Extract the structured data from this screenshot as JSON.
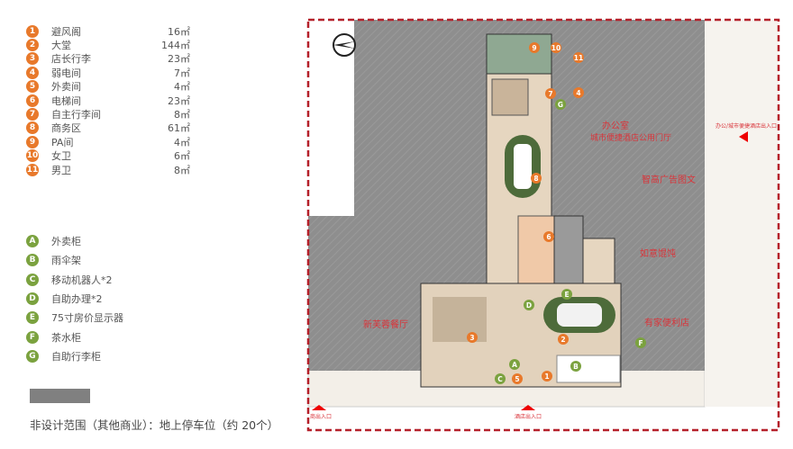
{
  "legend_rooms": [
    {
      "id": "1",
      "name": "避风阁",
      "area": "16㎡"
    },
    {
      "id": "2",
      "name": "大堂",
      "area": "144㎡"
    },
    {
      "id": "3",
      "name": "店长行李",
      "area": "23㎡"
    },
    {
      "id": "4",
      "name": "弱电间",
      "area": "7㎡"
    },
    {
      "id": "5",
      "name": "外卖间",
      "area": "4㎡"
    },
    {
      "id": "6",
      "name": "电梯间",
      "area": "23㎡"
    },
    {
      "id": "7",
      "name": "自主行李间",
      "area": "8㎡"
    },
    {
      "id": "8",
      "name": "商务区",
      "area": "61㎡"
    },
    {
      "id": "9",
      "name": "PA间",
      "area": "4㎡"
    },
    {
      "id": "10",
      "name": "女卫",
      "area": "6㎡"
    },
    {
      "id": "11",
      "name": "男卫",
      "area": "8㎡"
    }
  ],
  "legend_facilities": [
    {
      "id": "A",
      "name": "外卖柜"
    },
    {
      "id": "B",
      "name": "雨伞架"
    },
    {
      "id": "C",
      "name": "移动机器人*2"
    },
    {
      "id": "D",
      "name": "自助办理*2"
    },
    {
      "id": "E",
      "name": "75寸房价显示器"
    },
    {
      "id": "F",
      "name": "茶水柜"
    },
    {
      "id": "G",
      "name": "自助行李柜"
    }
  ],
  "footer_note": "非设计范围（其他商业）：地上停车位（约 20个）",
  "plan_labels": {
    "office": "办公室",
    "hotel_lobby": "城市便捷酒店公用门厅",
    "ad_shop": "智高广告图文",
    "wonton": "如意馄饨",
    "store": "有家便利店",
    "restaurant": "新芙蓉餐厅",
    "side_entrance": "办公/城市便捷酒店出入口",
    "commercial_entrance": "商出入口",
    "hotel_entrance": "酒店出入口"
  },
  "colors": {
    "room_marker": "#e8792b",
    "facility_marker": "#7ba23f",
    "boundary": "#b5202a",
    "non_design_area": "#808080",
    "label": "#d9343a"
  }
}
